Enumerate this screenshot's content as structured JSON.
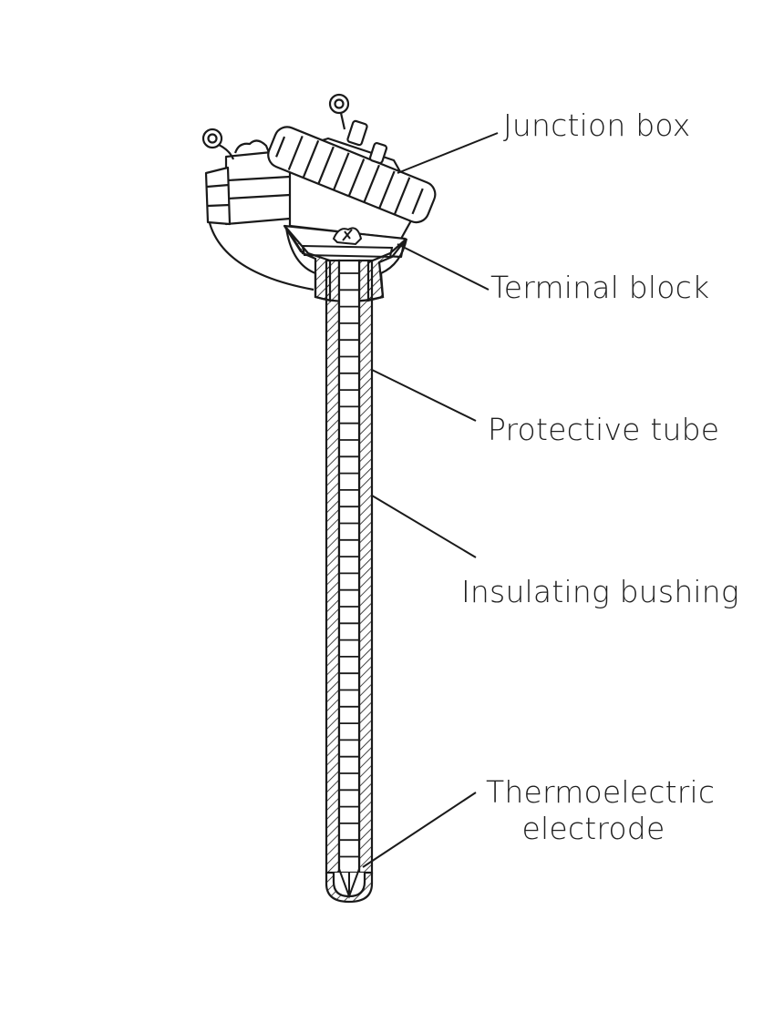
{
  "colors": {
    "ink": "#1a1a1a",
    "background": "#ffffff"
  },
  "labels": {
    "junction_box": "Junction box",
    "terminal_block": "Terminal block",
    "protective_tube": "Protective tube",
    "insulating_bushing": "Insulating bushing",
    "thermoelectric_electrode_line1": "Thermoelectric",
    "thermoelectric_electrode_line2": "electrode"
  }
}
